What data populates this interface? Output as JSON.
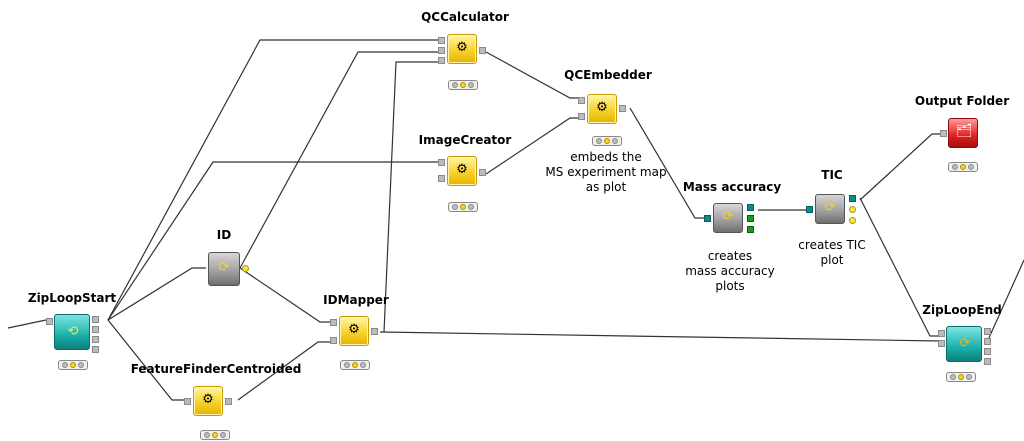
{
  "nodes": {
    "qc_calculator": {
      "title": "QCCalculator"
    },
    "qc_embedder": {
      "title": "QCEmbedder",
      "description": [
        "embeds the",
        "MS experiment map",
        "as plot"
      ]
    },
    "image_creator": {
      "title": "ImageCreator"
    },
    "output_folder": {
      "title": "Output Folder"
    },
    "mass_accuracy": {
      "title": "Mass accuracy",
      "description": [
        "creates",
        "mass accuracy",
        "plots"
      ]
    },
    "tic": {
      "title": "TIC",
      "description": [
        "creates TIC",
        "plot"
      ]
    },
    "id": {
      "title": "ID"
    },
    "zip_loop_start": {
      "title": "ZipLoopStart"
    },
    "id_mapper": {
      "title": "IDMapper"
    },
    "zip_loop_end": {
      "title": "ZipLoopEnd"
    },
    "feature_finder": {
      "title": "FeatureFinderCentroided"
    }
  },
  "icons": {
    "yellow_node": "gear-window-icon",
    "gray_node": "loop-arrows-icon",
    "loop_start": "loop-start-icon",
    "loop_end": "loop-end-icon",
    "output": "folder-icon"
  },
  "colors": {
    "yellow": "#f7d22d",
    "gray": "#9d9d9d",
    "teal": "#1bb0aa",
    "red": "#e02020",
    "wire": "#333333"
  }
}
